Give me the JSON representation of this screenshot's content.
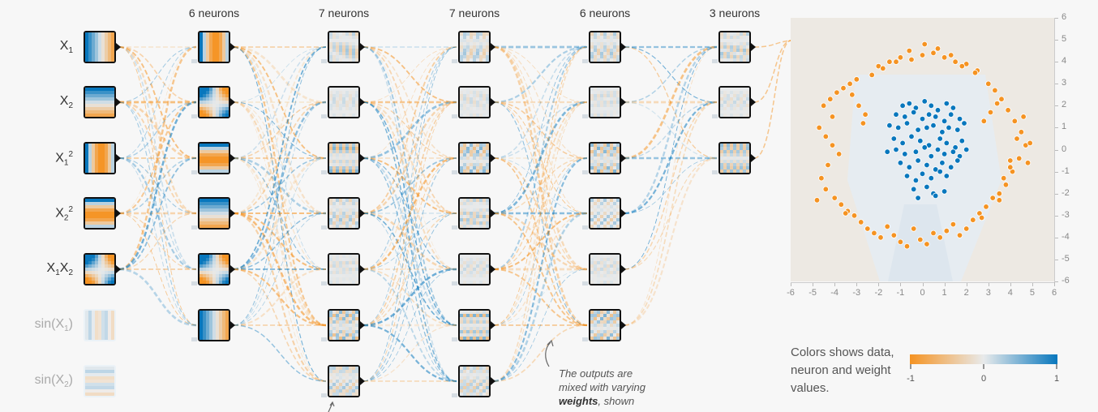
{
  "layers": [
    {
      "label": "",
      "neurons": 7
    },
    {
      "label": "6 neurons",
      "neurons": 6
    },
    {
      "label": "7 neurons",
      "neurons": 7
    },
    {
      "label": "7 neurons",
      "neurons": 7
    },
    {
      "label": "6 neurons",
      "neurons": 6
    },
    {
      "label": "3 neurons",
      "neurons": 3
    }
  ],
  "features": [
    {
      "base": "X",
      "sub": "1",
      "sup": "",
      "base2": "",
      "sub2": "",
      "active": true
    },
    {
      "base": "X",
      "sub": "2",
      "sup": "",
      "base2": "",
      "sub2": "",
      "active": true
    },
    {
      "base": "X",
      "sub": "1",
      "sup": "2",
      "base2": "",
      "sub2": "",
      "active": true
    },
    {
      "base": "X",
      "sub": "2",
      "sup": "2",
      "base2": "",
      "sub2": "",
      "active": true
    },
    {
      "base": "X",
      "sub": "1",
      "sup": "",
      "base2": "X",
      "sub2": "2",
      "active": true
    },
    {
      "base": "sin(X",
      "sub": "1",
      "sup": "",
      "base2": ")",
      "sub2": "",
      "active": false
    },
    {
      "base": "sin(X",
      "sub": "2",
      "sup": "",
      "base2": ")",
      "sub2": "",
      "active": false
    }
  ],
  "caption": {
    "line1": "The outputs are",
    "line2": "mixed with varying",
    "bold": "weights",
    "line3_rest": ", shown"
  },
  "legend": {
    "text": "Colors shows data, neuron and weight values.",
    "min": "-1",
    "mid": "0",
    "max": "1"
  },
  "colors": {
    "orange": "#f59322",
    "blue": "#0877bd",
    "neutral": "#e8eaeb"
  },
  "axis": {
    "x_ticks": [
      "-6",
      "-5",
      "-4",
      "-3",
      "-2",
      "-1",
      "0",
      "1",
      "2",
      "3",
      "4",
      "5",
      "6"
    ],
    "y_ticks": [
      "6",
      "5",
      "4",
      "3",
      "2",
      "1",
      "0",
      "-1",
      "-2",
      "-3",
      "-4",
      "-5",
      "-6"
    ]
  },
  "chart_data": {
    "type": "scatter",
    "xlim": [
      -6,
      6
    ],
    "ylim": [
      -6,
      6
    ],
    "series": [
      {
        "class": "blue",
        "x": [
          -0.9,
          -0.6,
          -0.3,
          0.1,
          0.4,
          0.7,
          1.1,
          1.4,
          -1.2,
          -0.8,
          -0.4,
          0.0,
          0.3,
          0.6,
          1.0,
          1.3,
          1.7,
          -1.5,
          -1.1,
          -0.7,
          -0.2,
          0.2,
          0.5,
          0.9,
          1.2,
          1.6,
          1.9,
          -1.3,
          -0.9,
          -0.5,
          -0.1,
          0.3,
          0.8,
          1.1,
          1.5,
          1.8,
          -1.6,
          -1.2,
          -0.8,
          -0.3,
          0.1,
          0.4,
          0.7,
          1.0,
          1.4,
          1.7,
          2.0,
          -1.0,
          -0.6,
          -0.2,
          0.2,
          0.6,
          0.9,
          1.3,
          1.6,
          -0.7,
          -0.3,
          0.0,
          0.4,
          0.8,
          1.1,
          -0.4,
          0.2,
          0.5,
          1.0,
          -0.2,
          0.6
        ],
        "y": [
          2.0,
          2.1,
          1.9,
          2.2,
          2.0,
          1.8,
          2.1,
          1.9,
          1.6,
          1.5,
          1.7,
          1.4,
          1.6,
          1.5,
          1.3,
          1.6,
          1.4,
          1.1,
          1.0,
          1.2,
          0.9,
          1.0,
          1.1,
          0.8,
          1.0,
          0.9,
          1.2,
          0.5,
          0.3,
          0.6,
          0.4,
          0.2,
          0.5,
          0.3,
          0.1,
          0.4,
          -0.1,
          0.0,
          -0.2,
          -0.1,
          0.1,
          -0.3,
          0.0,
          -0.2,
          -0.1,
          -0.3,
          0.0,
          -0.6,
          -0.8,
          -0.5,
          -0.7,
          -0.9,
          -0.6,
          -0.8,
          -0.5,
          -1.2,
          -1.4,
          -1.1,
          -1.3,
          -1.0,
          -1.2,
          -1.8,
          -1.7,
          -2.0,
          -1.9,
          -2.2,
          -2.1
        ]
      },
      {
        "class": "orange",
        "x": [
          -4.5,
          -4.2,
          -3.9,
          -3.6,
          -3.3,
          -3.0,
          -4.7,
          -4.4,
          -4.1,
          -3.8,
          -4.3,
          -4.6,
          -4.0,
          -3.7,
          -3.4,
          -3.1,
          -2.8,
          -2.5,
          -2.2,
          -1.9,
          -1.6,
          -1.3,
          -1.0,
          -0.7,
          -0.4,
          -0.1,
          0.2,
          0.5,
          0.8,
          1.1,
          1.4,
          1.7,
          2.0,
          2.3,
          2.6,
          2.9,
          3.2,
          3.5,
          3.8,
          4.1,
          4.4,
          4.7,
          4.5,
          4.2,
          3.9,
          3.6,
          3.3,
          3.0,
          4.6,
          4.3,
          4.0,
          3.7,
          -2.0,
          -1.5,
          -1.0,
          -0.5,
          0.0,
          0.5,
          1.0,
          1.5,
          2.0,
          2.5,
          -2.3,
          -1.8,
          -1.2,
          -0.6,
          0.1,
          0.7,
          1.3,
          1.8,
          2.4,
          -3.2,
          -2.9,
          -2.6,
          3.4,
          3.1,
          2.8,
          -4.4,
          -4.8,
          4.8,
          4.9,
          -4.1,
          4.0,
          -3.5,
          3.5,
          -2.7,
          2.7
        ],
        "y": [
          2.0,
          2.3,
          2.6,
          2.8,
          3.0,
          3.2,
          1.0,
          0.6,
          0.2,
          -0.2,
          -0.7,
          -1.3,
          -2.2,
          -2.5,
          -2.8,
          -3.0,
          -3.3,
          -3.6,
          -3.8,
          -4.0,
          -3.5,
          -3.9,
          -4.2,
          -4.4,
          -3.6,
          -4.1,
          -4.3,
          -3.8,
          -4.0,
          -3.7,
          -3.4,
          -3.9,
          -3.6,
          -3.2,
          -2.9,
          -2.6,
          -2.2,
          -2.0,
          -1.6,
          -1.0,
          -0.4,
          0.2,
          0.8,
          1.3,
          1.8,
          2.3,
          2.7,
          3.0,
          1.5,
          0.5,
          -0.5,
          -1.3,
          3.8,
          4.0,
          4.2,
          4.1,
          4.3,
          4.4,
          4.2,
          4.0,
          3.9,
          3.6,
          3.4,
          3.7,
          4.0,
          4.5,
          4.8,
          4.6,
          4.3,
          3.8,
          3.5,
          2.5,
          2.0,
          1.6,
          2.1,
          1.7,
          1.3,
          -1.8,
          -2.3,
          -0.6,
          0.3,
          1.5,
          -0.8,
          -2.9,
          -2.3,
          1.2,
          -3.1
        ]
      }
    ]
  }
}
